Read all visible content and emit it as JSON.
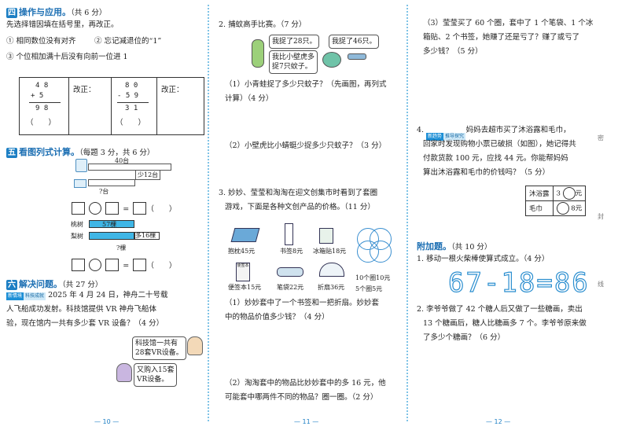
{
  "left_page": {
    "s4": {
      "num": "四",
      "title": "操作与应用。",
      "score": "（共 6 分）",
      "intro": "先选择错因填在括号里，再改正。",
      "opts": [
        "① 相同数位没有对齐",
        "② 忘记减退位的“1”",
        "③ 个位相加满十后没有向前一位进 1"
      ],
      "add": {
        "a": "4 8",
        "b": "+ 5",
        "r": "9 8"
      },
      "sub": {
        "a": "8 0",
        "b": "- 5 9",
        "r": "3 1"
      },
      "fix": "改正：",
      "paren": "（　　）"
    },
    "s5": {
      "num": "五",
      "title": "看图列式计算。",
      "score": "（每题 3 分，共 6 分）",
      "top": "40台",
      "less": "少12台",
      "q": "?台",
      "peach": "桃树",
      "peach_val": "57棵",
      "pear": "梨树",
      "more": "多16棵",
      "q2": "?棵",
      "eq": "=",
      "paren": "（　　）"
    },
    "s6": {
      "num": "六",
      "title": "解决问题。",
      "score": "（共 27 分）",
      "tag1": "新情境",
      "tag2": "科技成就",
      "q1": [
        "2025 年 4 月 24 日，神舟二十号载",
        "人飞船成功发射。科技馆提供 VR 神舟飞船体",
        "验，现在馆内一共有多少套 VR 设备？（4 分）"
      ],
      "b1": [
        "科技馆一共有",
        "28套VR设备。"
      ],
      "b2": [
        "又购入15套",
        "VR设备。"
      ]
    },
    "pageno": "— 10 —"
  },
  "middle_page": {
    "q2": {
      "title": "2. 捕蚊高手比赛。（7 分）",
      "bA": "我捉了28只。",
      "bB": "我捉了46只。",
      "bC": [
        "我比小壁虎多",
        "捉7只蚊子。"
      ],
      "p1": [
        "（1）小青蛙捉了多少只蚊子？（先画图，再列式",
        "计算）（4 分）"
      ],
      "p2": "（2）小壁虎比小蜻蜓少捉多少只蚊子？（3 分）"
    },
    "q3": {
      "intro": [
        "3. 妙妙、莹莹和淘淘在迎文创集市时看到了套圈",
        "游戏，下面是各种文创产品的价格。（11 分）"
      ],
      "items": [
        "抱枕45元",
        "书签8元",
        "冰箱贴18元",
        "10个圈10元",
        "便签本15元",
        "笔袋22元",
        "折扇36元",
        "5个圈5元"
      ],
      "note": "便签本",
      "p1": [
        "（1）妙妙套中了一个书签和一把折扇。妙妙套",
        "中的物品价值多少钱？（4 分）"
      ],
      "p2": [
        "（2）淘淘套中的物品比妙妙套中的多 16 元，他",
        "可能套中哪两件不同的物品？圈一圈。（2 分）"
      ]
    },
    "pageno": "— 11 —"
  },
  "right_page": {
    "q3p3": [
      "（3）莹莹买了 60 个圈，套中了 1 个笔袋、1 个冰",
      "箱贴、2 个书签，她赚了还是亏了？赚了或亏了",
      "多少钱？（5 分）"
    ],
    "q4": {
      "tag1": "新趋势",
      "tag2": "推导探究",
      "lines": [
        "4. 　　　　　 妈妈去超市买了沐浴露和毛巾，",
        "回家时发现购物小票已破损（如图），她记得共",
        "付款货款 100 元，应找 44 元。你能帮妈妈",
        "算出沐浴露和毛巾的价钱吗？（5 分）"
      ],
      "rows": [
        {
          "name": "沐浴露",
          "val": "3",
          "unit": "元"
        },
        {
          "name": "毛巾",
          "val": "8",
          "unit": "元"
        }
      ]
    },
    "extra": {
      "title": "附加题。",
      "score": "（共 10 分）",
      "q1": "1. 移动一根火柴棒使算式成立。（4 分）",
      "match": "67-18=86",
      "q2": [
        "2. 李爷爷做了 42 个糖人后又做了一些糖画，卖出",
        "13 个糖画后，糖人比糖画多 7 个。李爷爷原来做",
        "了多少个糖画？（6 分）"
      ]
    },
    "side": [
      "密",
      "封",
      "线"
    ],
    "pageno": "— 12 —"
  }
}
